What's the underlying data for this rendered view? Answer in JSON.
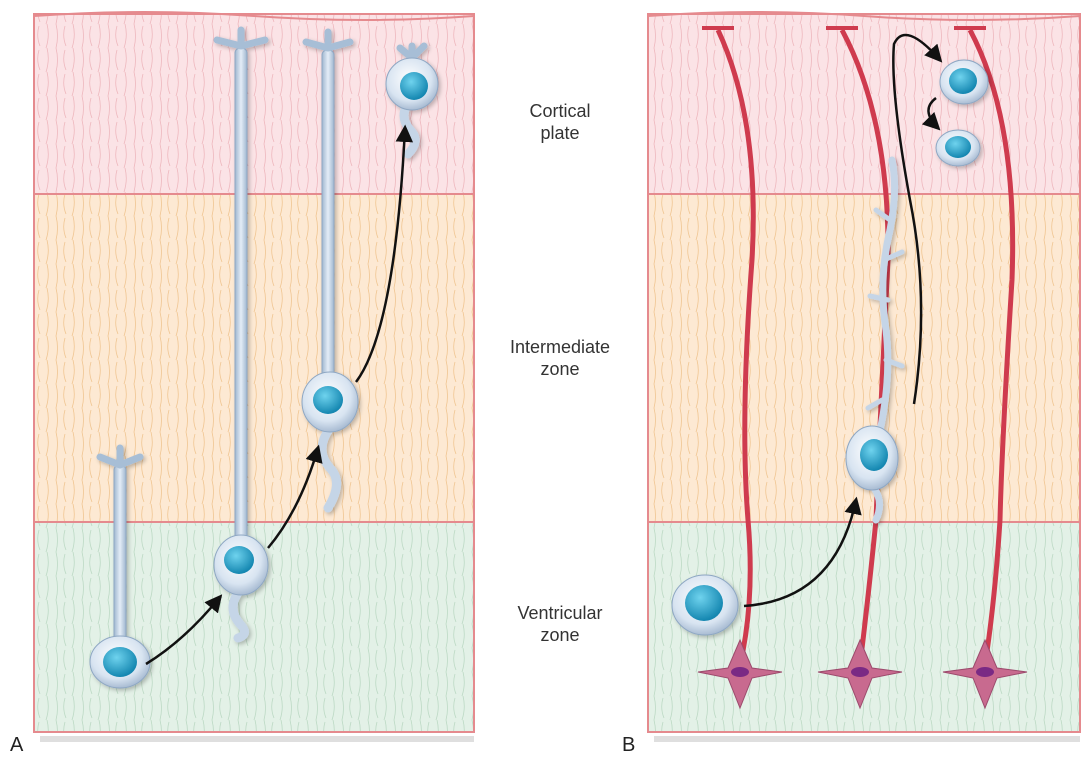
{
  "zones": {
    "cortical": {
      "label": "Cortical\nplate",
      "color": "#fbe3e6"
    },
    "intermediate": {
      "label": "Intermediate\nzone",
      "color": "#fde9d3"
    },
    "ventricular": {
      "label": "Ventricular\nzone",
      "color": "#e3f1e7"
    }
  },
  "panels": {
    "a": {
      "letter": "A"
    },
    "b": {
      "letter": "B"
    }
  },
  "colors": {
    "border": "#e58a8e",
    "fiber_a": "#c8d8ea",
    "fiber_b": "#cf3b4e",
    "nucleus": "#2aa7cf",
    "glia_body": "#c86a8f",
    "arrow": "#111111"
  }
}
